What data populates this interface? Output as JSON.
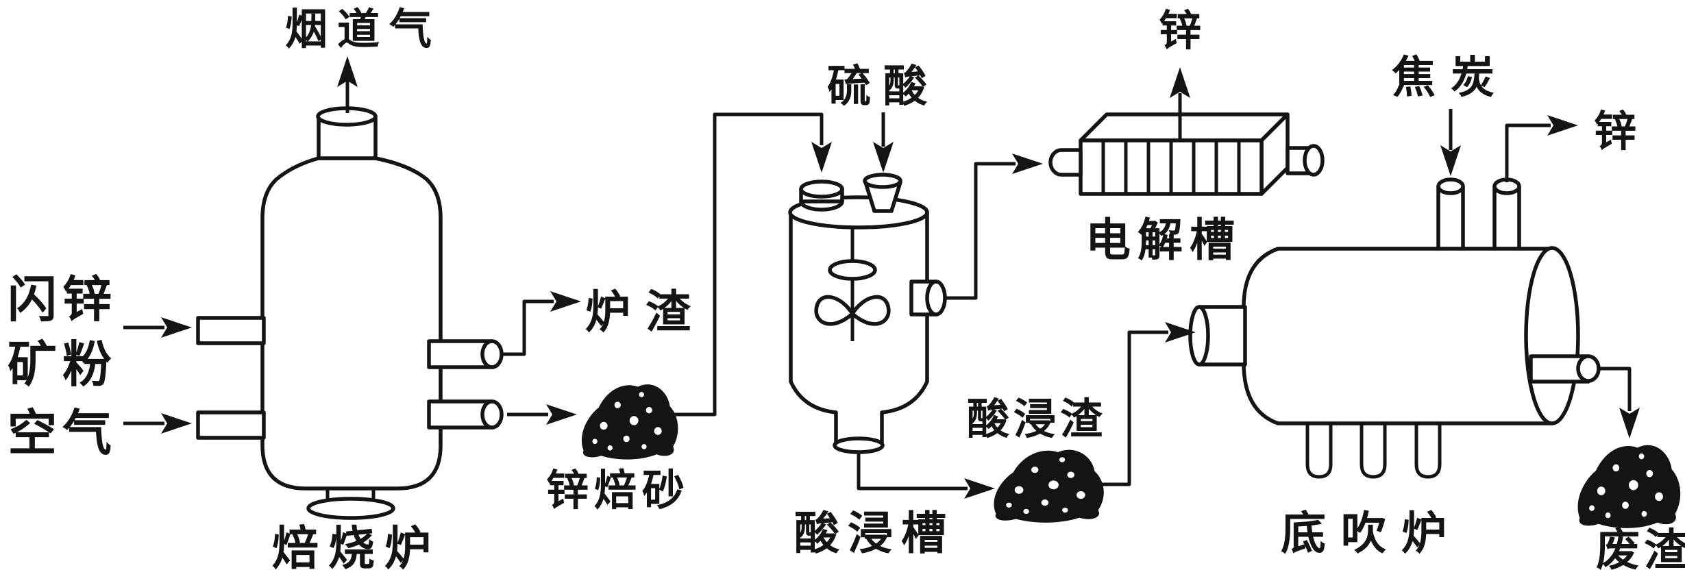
{
  "colors": {
    "ink": "#141414",
    "bg": "#ffffff"
  },
  "flow": {
    "roaster": {
      "label": "焙烧炉",
      "flue_gas": "烟道气",
      "ore_line1": "闪锌",
      "ore_line2": "矿粉",
      "air": "空气",
      "slag": "炉渣",
      "calcine": "锌焙砂"
    },
    "leach_tank": {
      "label": "酸浸槽",
      "acid": "硫酸",
      "residue": "酸浸渣"
    },
    "electro_cell": {
      "label": "电解槽",
      "zinc": "锌"
    },
    "bottom_furnace": {
      "label": "底吹炉",
      "coke": "焦炭",
      "zinc": "锌",
      "waste": "废渣"
    }
  }
}
